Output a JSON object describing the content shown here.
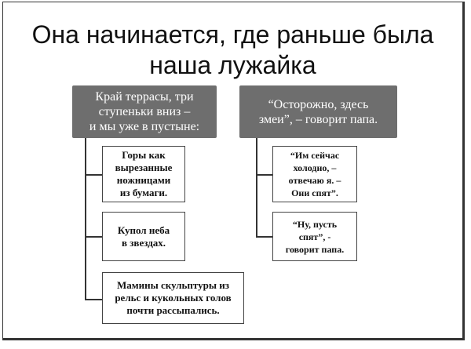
{
  "slide": {
    "title_line1": "Она начинается, где раньше была",
    "title_line2": "наша лужайка"
  },
  "left_branch": {
    "header": [
      "Край террасы, три",
      "ступеньки вниз –",
      "и мы уже в пустыне:"
    ],
    "items": [
      [
        "Горы как",
        "вырезанные",
        "ножницами",
        "из бумаги."
      ],
      [
        "Купол неба",
        "в звездах."
      ],
      [
        "Мамины скульптуры из",
        "рельс и кукольных голов",
        "почти рассыпались."
      ]
    ]
  },
  "right_branch": {
    "header": [
      "“Осторожно, здесь",
      "змеи”, – говорит папа."
    ],
    "items": [
      [
        "“Им сейчас",
        "холодно, –",
        "отвечаю я. –",
        "Они спят”."
      ],
      [
        "“Ну, пусть",
        "спят”, -",
        "говорит папа."
      ]
    ]
  },
  "colors": {
    "header_fill": "#6e6e6e",
    "header_text": "#ffffff",
    "box_border": "#444444",
    "connector": "#333333"
  }
}
